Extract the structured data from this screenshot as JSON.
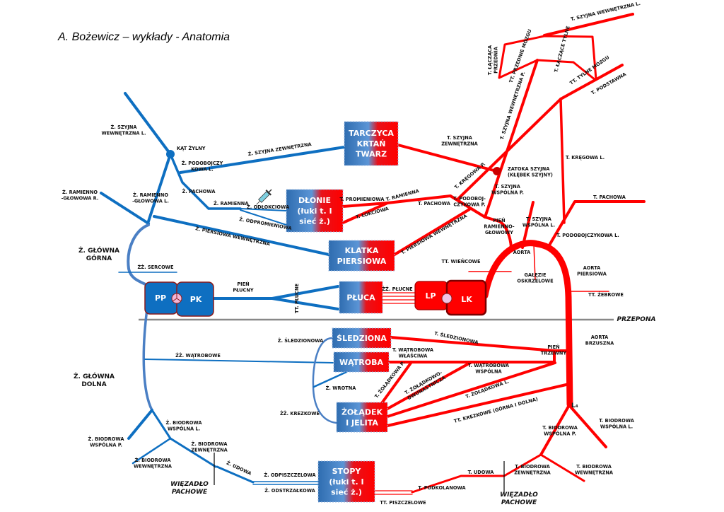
{
  "title": "A. Bożewicz – wykłady - Anatomia",
  "colors": {
    "vein": "#0e6fc1",
    "artery": "#ff0000",
    "diaphragm": "#888888"
  },
  "organs": {
    "tarczyca": [
      "TARCZYCA",
      "KRTAŃ",
      "TWARZ"
    ],
    "dlonie": [
      "DŁONIE",
      "(łuki t. I",
      "sieć ż.)"
    ],
    "klatka": [
      "KLATKA",
      "PIERSIOWA"
    ],
    "pluca": [
      "PŁUCA"
    ],
    "sledziona": [
      "ŚLEDZIONA"
    ],
    "watroba": [
      "WĄTROBA"
    ],
    "zoladek": [
      "ŻOŁĄDEK",
      "I JELITA"
    ],
    "stopy": [
      "STOPY",
      "(łuki t. I",
      "sieć ż.)"
    ]
  },
  "heart": {
    "pp": "PP",
    "pk": "PK",
    "lp": "LP",
    "lk": "LK"
  },
  "labels": {
    "v_szyjna_wewn": [
      "Ż. SZYJNA",
      "WEWNĘTRZNA L."
    ],
    "v_kat": [
      "KĄT ŻYLNY"
    ],
    "v_szyjna_zewn": [
      "Ż. SZYJNA ZEWNĘTRZNA"
    ],
    "v_podoboj": [
      "Ż. PODOBOJCZY",
      "KOWA L."
    ],
    "v_pachowa": [
      "Ż. PACHOWA"
    ],
    "v_ramienna": [
      "Ż. RAMIENNA"
    ],
    "v_odlokciowa": [
      "Ż. ODŁOKCIOWA"
    ],
    "v_odpromieniowa": [
      "Ż. ODPROMIENIOWA"
    ],
    "v_ram_glow_r": [
      "Ż. RAMIENNO",
      "-GŁOWOWA R."
    ],
    "v_ram_glow_l": [
      "Ż. RAMIENNO",
      "-GŁOWOWA L."
    ],
    "v_piersiowa": [
      "Ż. PIERSIOWA WEWNĘTRZNA"
    ],
    "v_glowna_gorna": [
      "Ż. GŁÓWNA",
      "GÓRNA"
    ],
    "v_sercowe": [
      "ŻŻ. SERCOWE"
    ],
    "v_pien_plucny": [
      "PIEŃ",
      "PŁUCNY"
    ],
    "v_tt_plucne": [
      "TT. PŁUCNE"
    ],
    "v_sledzionowa": [
      "Ż. ŚLEDZIONOWA"
    ],
    "v_watrobowe": [
      "ŻŻ. WĄTROBOWE"
    ],
    "v_glowna_dolna": [
      "Ż. GŁÓWNA",
      "DOLNA"
    ],
    "v_wrotna": [
      "Ż. WROTNA"
    ],
    "v_krezkowe": [
      "ŻŻ. KREZKOWE"
    ],
    "v_biod_wsp_l": [
      "Ż. BIODROWA",
      "WSPÓLNA L."
    ],
    "v_biod_wsp_p": [
      "Ż. BIODROWA",
      "WSPÓLNA P."
    ],
    "v_biod_zewn": [
      "Ż. BIODROWA",
      "ZEWNĘTRZNA"
    ],
    "v_biod_wewn": [
      "Ż. BIODROWA",
      "WEWNĘTRZNA"
    ],
    "v_udowa": [
      "Ż. UDOWA"
    ],
    "v_odpiszczelowa": [
      "Ż. ODPISZCZELOWA"
    ],
    "v_odstrzalkowa": [
      "Ż. ODSTRZAŁKOWA"
    ],
    "lig_l": [
      "WIĘZADŁO",
      "PACHOWE"
    ],
    "przepona": [
      "PRZEPONA"
    ],
    "a_szyjna_wewn_l": [
      "T. SZYJNA WEWNĘTRZNA L."
    ],
    "a_laczaca_przed": [
      "T. ŁĄCZĄCA",
      "PRZEDNIA"
    ],
    "a_tt_przednie": [
      "TT. PRZEDNIE MÓZGU"
    ],
    "a_laczace_tylne": [
      "T. ŁĄCZĄCE TYLNE"
    ],
    "a_tylne": [
      "TT. TYLNE MÓZGU"
    ],
    "a_podstawna": [
      "T. PODSTAWNA"
    ],
    "a_szyjna_wewn_p": [
      "T. SZYJNA WEWNĘTRZNA P."
    ],
    "a_szyjna_zewn": [
      "T. SZYJNA",
      "ZEWNĘTRZNA"
    ],
    "a_zatoka": [
      "ZATOKA SZYJNA",
      "(KŁĘBEK SZYJNY)"
    ],
    "a_kregowa_p": [
      "T. KRĘGOWA P."
    ],
    "a_szyjna_wsp_p": [
      "T. SZYJNA",
      "WSPÓLNA P."
    ],
    "a_kregowa_l": [
      "T. KRĘGOWA L."
    ],
    "a_pachowa_l": [
      "T. PACHOWA"
    ],
    "a_podoboj_p": [
      "T. PODOBOJ-",
      "CZYKOWA P."
    ],
    "a_pachowa_p": [
      "T. PACHOWA"
    ],
    "a_ramienna": [
      "T. RAMIENNA"
    ],
    "a_promieniowa": [
      "T. PROMIENIOWA"
    ],
    "a_lokciowa": [
      "T. ŁOKCIOWA"
    ],
    "a_piersiowa": [
      "T. PIERSIOWA WEWNĘTRZNA"
    ],
    "a_pien_ram": [
      "PIEŃ",
      "RAMIENNO-",
      "GŁOWOWY"
    ],
    "a_szyjna_wsp_l": [
      "T. SZYJNA",
      "WSPÓLNA L."
    ],
    "a_podoboj_l": [
      "T. PODOBOJCZYKOWA L."
    ],
    "a_aorta": [
      "AORTA"
    ],
    "a_wiencowe": [
      "TT. WIEŃCOWE"
    ],
    "a_oskrzelowe": [
      "GAŁĘZIE",
      "OSKRZELOWE"
    ],
    "a_aorta_piers": [
      "AORTA",
      "PIERSIOWA"
    ],
    "a_zebrowe": [
      "TT. ŻEBROWE"
    ],
    "a_plucne": [
      "ŻŻ. PŁUCNE"
    ],
    "a_sledzionowa": [
      "T. ŚLEDZIONOWA"
    ],
    "a_watr_wlasc": [
      "T. WĄTROBOWA",
      "WŁAŚCIWA"
    ],
    "a_pien_trzewny": [
      "PIEŃ",
      "TRZEWNY"
    ],
    "a_aorta_brzuszna": [
      "AORTA",
      "BRZUSZNA"
    ],
    "a_watr_wsp": [
      "T. WĄTROBOWA",
      "WSPÓLNA"
    ],
    "a_zol_p": [
      "T. ŻOŁĄDKOWA P."
    ],
    "a_zol_dwun": [
      "T. ŻOŁĄDKOWO-",
      "DWUNASTNICZA"
    ],
    "a_zol_l": [
      "T. ŻOŁĄDKOWA L."
    ],
    "a_krezkowe": [
      "TT. KREZKOWE (GÓRNA I DOLNA)"
    ],
    "a_L4": [
      "L₄"
    ],
    "a_biod_wsp_l": [
      "T. BIODROWA",
      "WSPÓLNA L."
    ],
    "a_biod_wsp_p": [
      "T. BIODROWA",
      "WSPÓLNA P."
    ],
    "a_biod_zewn": [
      "T. BIODROWA",
      "ZEWNĘTRZNA"
    ],
    "a_biod_wewn": [
      "T. BIODROWA",
      "WEWNĘTRZNA"
    ],
    "a_udowa": [
      "T. UDOWA"
    ],
    "a_podkolanowa": [
      "T. PODKOLANOWA"
    ],
    "a_piszczelowe": [
      "TT. PISZCZELOWE"
    ],
    "lig_r": [
      "WIĘZADŁO",
      "PACHOWE"
    ]
  }
}
